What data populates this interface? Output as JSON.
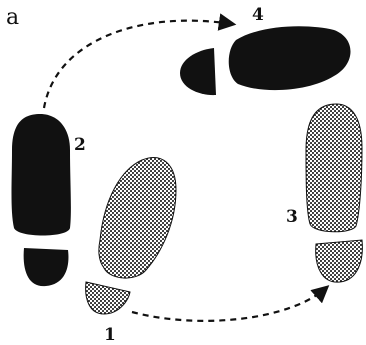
{
  "panel_label": "a",
  "step_labels": [
    "1",
    "2",
    "3",
    "4"
  ],
  "colors": {
    "ink": "#111111",
    "stipple": "#6f6f6f",
    "background": "#ffffff"
  }
}
